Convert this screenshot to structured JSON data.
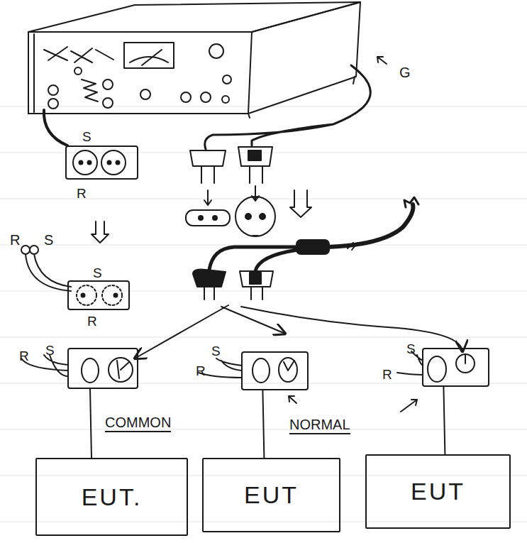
{
  "diagram": {
    "nodes": [
      {
        "text": [
          "S",
          "R"
        ]
      },
      {
        "text": [
          "S",
          "R"
        ]
      },
      {
        "text": [
          "R",
          "S"
        ]
      },
      {
        "text": [
          "S",
          "R"
        ]
      },
      {
        "text": [
          "S",
          "R"
        ]
      },
      {
        "text": [
          "EUT."
        ]
      },
      {
        "text": [
          "EUT"
        ]
      },
      {
        "text": [
          "EUT"
        ]
      }
    ],
    "edges": [
      {
        "from": 2,
        "to": 5,
        "arrow": "none"
      },
      {
        "from": 3,
        "to": 6,
        "arrow": "none"
      },
      {
        "from": 4,
        "to": 7,
        "arrow": "none"
      }
    ],
    "labels": [
      "G",
      "R",
      "S",
      "COMMON",
      "NORMAL"
    ]
  }
}
